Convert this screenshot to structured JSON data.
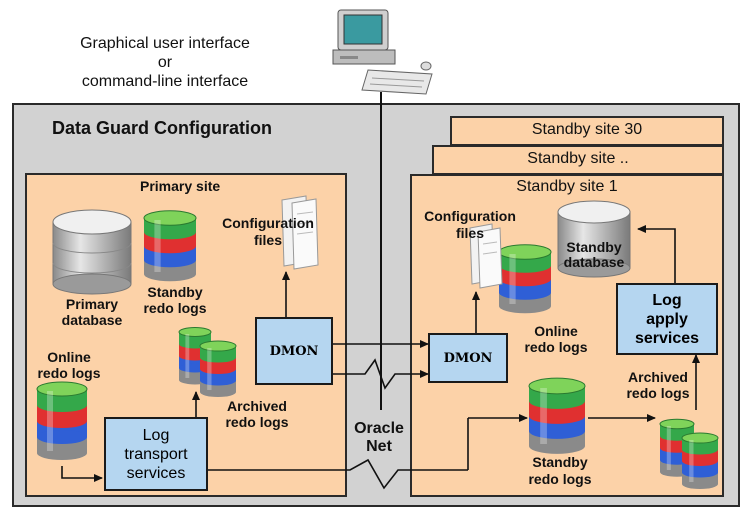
{
  "header": {
    "interface_line1": "Graphical user interface",
    "interface_line2": "or",
    "interface_line3": "command-line interface"
  },
  "config": {
    "title": "Data Guard Configuration"
  },
  "primary": {
    "title": "Primary site",
    "database_line1": "Primary",
    "database_line2": "database",
    "standby_logs_line1": "Standby",
    "standby_logs_line2": "redo logs",
    "config_files_line1": "Configuration",
    "config_files_line2": "files",
    "online_logs_line1": "Online",
    "online_logs_line2": "redo logs",
    "archived_logs_line1": "Archived",
    "archived_logs_line2": "redo logs",
    "dmon": "DMON",
    "transport_line1": "Log",
    "transport_line2": "transport",
    "transport_line3": "services"
  },
  "network": {
    "line1": "Oracle",
    "line2": "Net"
  },
  "standby": {
    "site30": "Standby site 30",
    "site_dots": "Standby site ..",
    "site1": "Standby site 1",
    "config_files_line1": "Configuration",
    "config_files_line2": "files",
    "database_line1": "Standby",
    "database_line2": "database",
    "online_logs_line1": "Online",
    "online_logs_line2": "redo logs",
    "dmon": "DMON",
    "apply_line1": "Log",
    "apply_line2": "apply",
    "apply_line3": "services",
    "archived_logs_line1": "Archived",
    "archived_logs_line2": "redo logs",
    "standby_logs_line1": "Standby",
    "standby_logs_line2": "redo logs"
  }
}
